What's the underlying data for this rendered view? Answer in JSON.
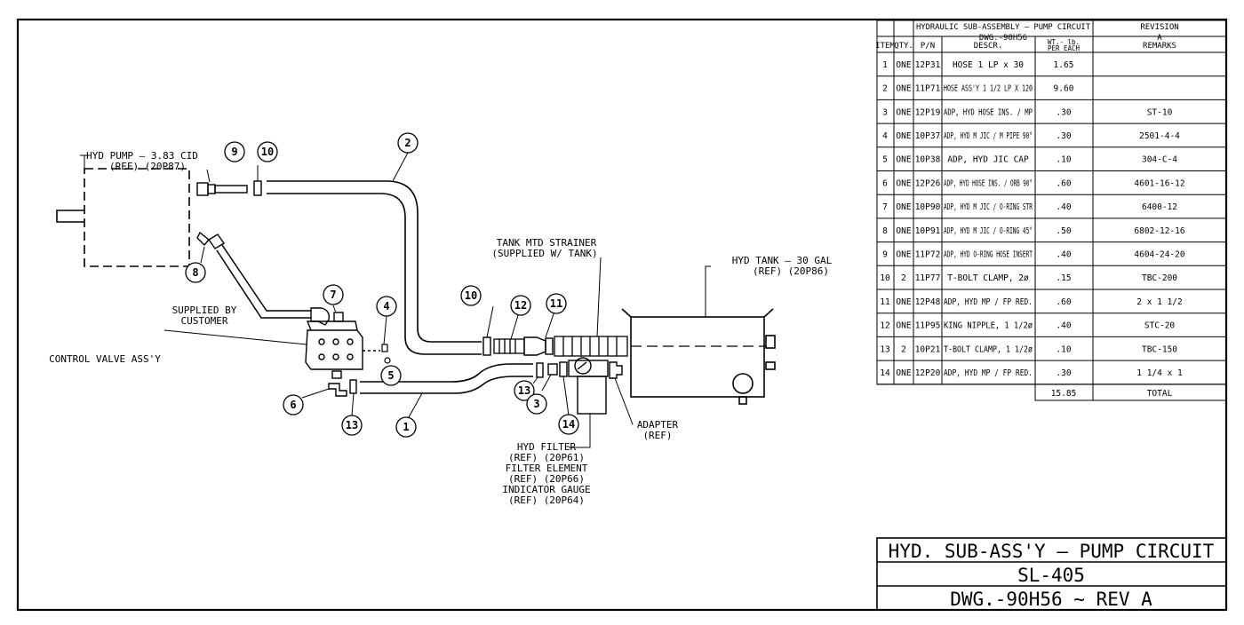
{
  "parts_table": {
    "title_line1": "HYDRAULIC SUB-ASSEMBLY – PUMP CIRCUIT",
    "title_line2": "DWG.-90H56",
    "revision_label": "REVISION",
    "revision_value": "A",
    "headers": {
      "item": "ITEM",
      "qty": "QTY.",
      "pn": "P/N",
      "descr": "DESCR.",
      "wt_line1": "WT.- lb.",
      "wt_line2": "PER EACH",
      "remarks": "REMARKS"
    },
    "rows": [
      {
        "item": "1",
        "qty": "ONE",
        "pn": "12P31",
        "descr": "HOSE 1 LP x 30",
        "wt": "1.65",
        "remarks": ""
      },
      {
        "item": "2",
        "qty": "ONE",
        "pn": "11P71",
        "descr": "HOSE ASS'Y 1 1/2 LP X 120",
        "wt": "9.60",
        "remarks": ""
      },
      {
        "item": "3",
        "qty": "ONE",
        "pn": "12P19",
        "descr": "ADP, HYD HOSE INS. / MP",
        "wt": ".30",
        "remarks": "ST-10"
      },
      {
        "item": "4",
        "qty": "ONE",
        "pn": "10P37",
        "descr": "ADP, HYD M JIC / M PIPE 90°",
        "wt": ".30",
        "remarks": "2501-4-4"
      },
      {
        "item": "5",
        "qty": "ONE",
        "pn": "10P38",
        "descr": "ADP, HYD JIC CAP",
        "wt": ".10",
        "remarks": "304-C-4"
      },
      {
        "item": "6",
        "qty": "ONE",
        "pn": "12P26",
        "descr": "ADP, HYD HOSE INS. / ORB 90°",
        "wt": ".60",
        "remarks": "4601-16-12"
      },
      {
        "item": "7",
        "qty": "ONE",
        "pn": "10P90",
        "descr": "ADP, HYD M JIC / O-RING STR",
        "wt": ".40",
        "remarks": "6400-12"
      },
      {
        "item": "8",
        "qty": "ONE",
        "pn": "10P91",
        "descr": "ADP, HYD M JIC / O-RING 45°",
        "wt": ".50",
        "remarks": "6802-12-16"
      },
      {
        "item": "9",
        "qty": "ONE",
        "pn": "11P72",
        "descr": "ADP, HYD O-RING HOSE INSERT",
        "wt": ".40",
        "remarks": "4604-24-20"
      },
      {
        "item": "10",
        "qty": "2",
        "pn": "11P77",
        "descr": "T-BOLT CLAMP, 2ø",
        "wt": ".15",
        "remarks": "TBC-200"
      },
      {
        "item": "11",
        "qty": "ONE",
        "pn": "12P48",
        "descr": "ADP, HYD MP / FP RED.",
        "wt": ".60",
        "remarks": "2 x 1 1/2"
      },
      {
        "item": "12",
        "qty": "ONE",
        "pn": "11P95",
        "descr": "KING NIPPLE, 1 1/2ø",
        "wt": ".40",
        "remarks": "STC-20"
      },
      {
        "item": "13",
        "qty": "2",
        "pn": "10P21",
        "descr": "T-BOLT CLAMP, 1 1/2ø",
        "wt": ".10",
        "remarks": "TBC-150"
      },
      {
        "item": "14",
        "qty": "ONE",
        "pn": "12P20",
        "descr": "ADP, HYD MP / FP RED.",
        "wt": ".30",
        "remarks": "1 1/4 x 1"
      }
    ],
    "total_weight": "15.85",
    "total_label": "TOTAL"
  },
  "title_block": {
    "line1": "HYD. SUB-ASS'Y – PUMP CIRCUIT",
    "line2": "SL-405",
    "line3": "DWG.-90H56 ~ REV A"
  },
  "labels": {
    "pump_line1": "HYD PUMP – 3.83 CID",
    "pump_line2": "(REF) (20P87)",
    "supplied_line1": "SUPPLIED BY",
    "supplied_line2": "CUSTOMER",
    "control_valve": "CONTROL VALVE ASS'Y",
    "strainer_line1": "TANK MTD STRAINER",
    "strainer_line2": "(SUPPLIED W/ TANK)",
    "tank_line1": "HYD TANK – 30 GAL",
    "tank_line2": "(REF) (20P86)",
    "adapter_line1": "ADAPTER",
    "adapter_line2": "(REF)",
    "filter_line1": "HYD FILTER",
    "filter_line2": "(REF) (20P61)",
    "filter_line3": "FILTER ELEMENT",
    "filter_line4": "(REF) (20P66)",
    "filter_line5": "INDICATOR GAUGE",
    "filter_line6": "(REF) (20P64)"
  },
  "callouts": [
    "9",
    "10",
    "2",
    "8",
    "7",
    "4",
    "5",
    "6",
    "13",
    "1",
    "10",
    "12",
    "11",
    "13",
    "3",
    "14"
  ]
}
